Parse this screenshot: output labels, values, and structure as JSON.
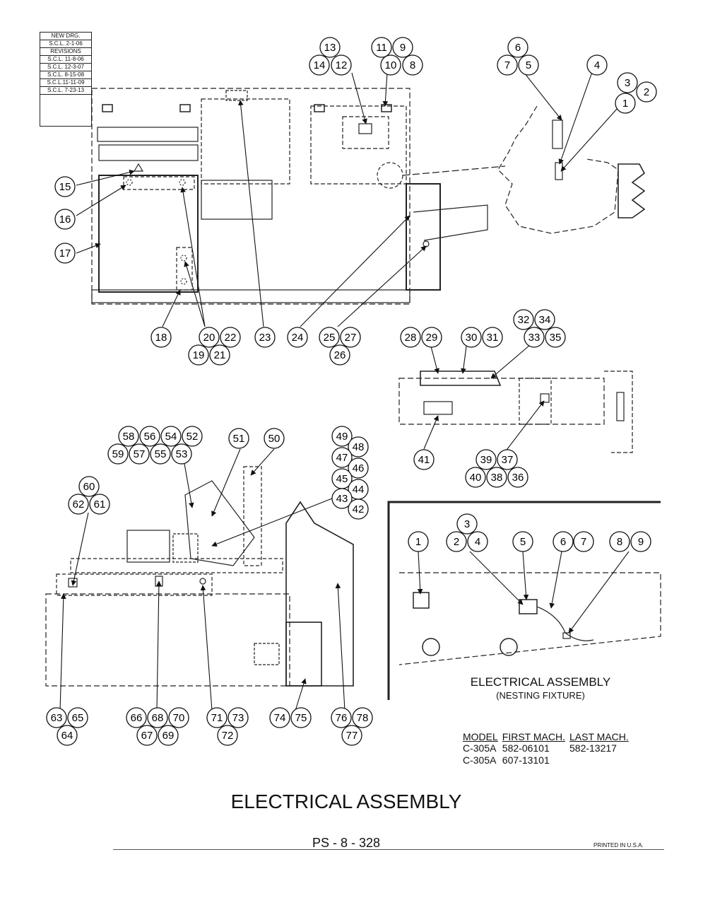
{
  "revisions": {
    "new_drawing": "NEW DRG.",
    "new_drawing_date": "S.C.L. 2-1-06",
    "header": "REVISIONS",
    "entries": [
      "S.C.L. 11-8-06",
      "S.C.L. 12-3-07",
      "S.C.L. 8-15-08",
      "S.C.L.11-11-09",
      "S.C.L. 7-23-13"
    ]
  },
  "inset": {
    "title": "ELECTRICAL ASSEMBLY",
    "subtitle": "(NESTING FIXTURE)"
  },
  "model_table": {
    "headers": [
      "MODEL",
      "FIRST MACH.",
      "LAST MACH."
    ],
    "rows": [
      [
        "C-305A",
        "582-06101",
        "582-13217"
      ],
      [
        "C-305A",
        "607-13101",
        ""
      ]
    ]
  },
  "title": "ELECTRICAL ASSEMBLY",
  "page_number": "PS - 8 - 328",
  "printed": "PRINTED IN U.S.A.",
  "callouts": {
    "c13": "13",
    "c14": "14",
    "c12": "12",
    "c11": "11",
    "c9": "9",
    "c10": "10",
    "c8": "8",
    "c6": "6",
    "c7": "7",
    "c5": "5",
    "c4": "4",
    "c3": "3",
    "c2": "2",
    "c1": "1",
    "c15": "15",
    "c16": "16",
    "c17": "17",
    "c18": "18",
    "c20": "20",
    "c22": "22",
    "c19": "19",
    "c21": "21",
    "c23": "23",
    "c24": "24",
    "c25": "25",
    "c27": "27",
    "c26": "26",
    "c28": "28",
    "c29": "29",
    "c30": "30",
    "c31": "31",
    "c32": "32",
    "c34": "34",
    "c33": "33",
    "c35": "35",
    "c41": "41",
    "c39": "39",
    "c37": "37",
    "c40": "40",
    "c38": "38",
    "c36": "36",
    "c58": "58",
    "c56": "56",
    "c54": "54",
    "c52": "52",
    "c59": "59",
    "c57": "57",
    "c55": "55",
    "c53": "53",
    "c51": "51",
    "c50": "50",
    "c49": "49",
    "c48": "48",
    "c47": "47",
    "c46": "46",
    "c45": "45",
    "c44": "44",
    "c43": "43",
    "c42": "42",
    "c60": "60",
    "c62": "62",
    "c61": "61",
    "c63": "63",
    "c65": "65",
    "c64": "64",
    "c66": "66",
    "c68": "68",
    "c70": "70",
    "c67": "67",
    "c69": "69",
    "c71": "71",
    "c73": "73",
    "c72": "72",
    "c74": "74",
    "c75": "75",
    "c76": "76",
    "c78": "78",
    "c77": "77",
    "n1": "1",
    "n2": "2",
    "n3": "3",
    "n4": "4",
    "n5": "5",
    "n6": "6",
    "n7": "7",
    "n8": "8",
    "n9": "9"
  }
}
